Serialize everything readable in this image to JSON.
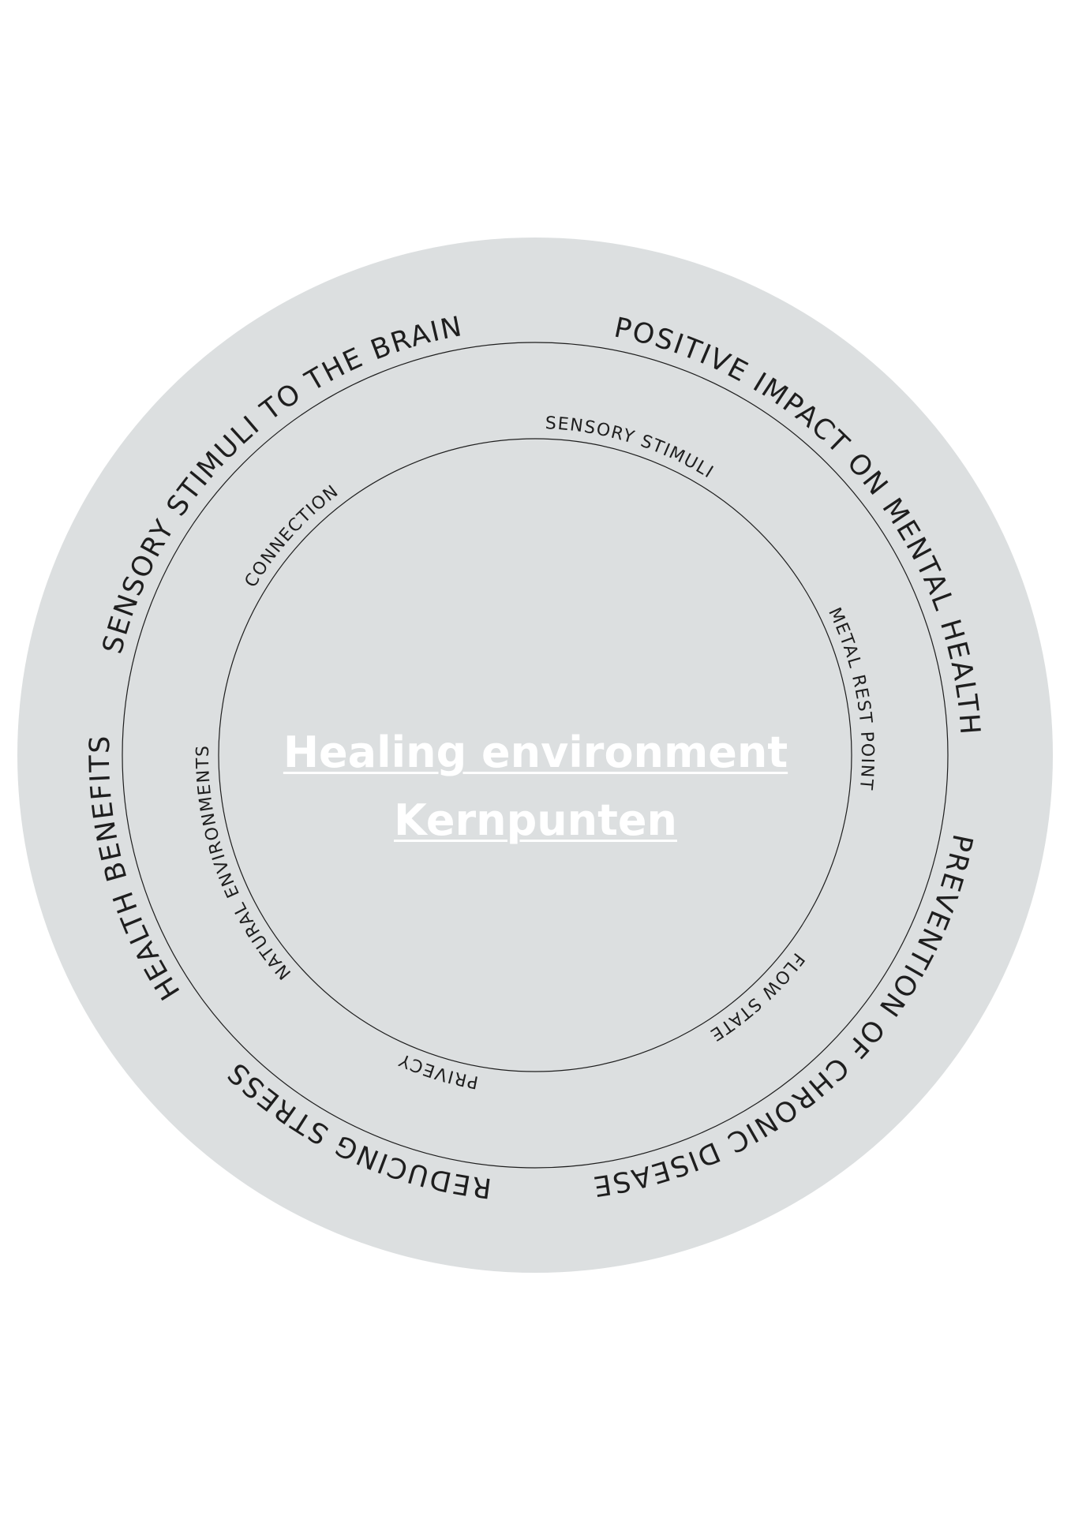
{
  "title": {
    "line1": "Healing environment",
    "line2": "Kernpunten"
  },
  "outer_ring": [
    "SENSORY STIMULI TO THE BRAIN",
    "POSITIVE IMPACT ON MENTAL HEALTH",
    "PREVENTION OF CHRONIC DISEASE",
    "REDUCING STRESS",
    "HEALTH BENEFITS"
  ],
  "inner_ring": [
    "SENSORY STIMULI",
    "METAL REST POINT",
    "FLOW STATE",
    "PRIVECY",
    "NATURAL ENVIRONMENTS",
    "CONNECTION"
  ],
  "colors": {
    "disc": "#dcdfe0",
    "lines": "#1e1e1e",
    "title": "#ffffff"
  }
}
